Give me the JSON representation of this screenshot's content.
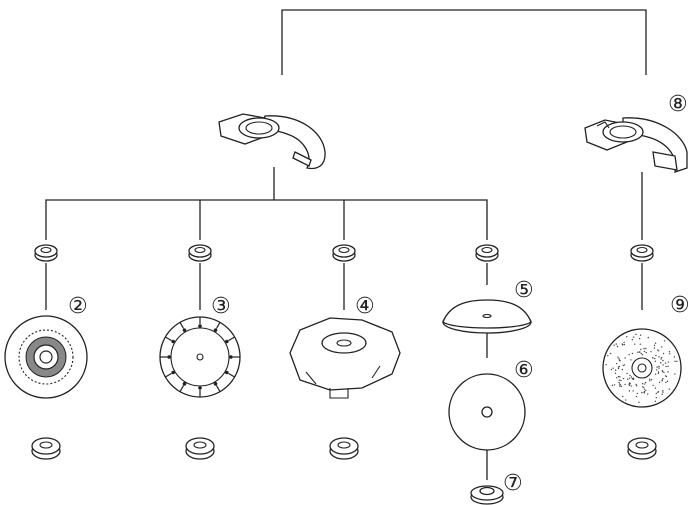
{
  "callouts": {
    "c2": "②",
    "c3": "③",
    "c4": "④",
    "c5": "⑤",
    "c6": "⑥",
    "c7": "⑦",
    "c8": "⑧",
    "c9": "⑨"
  },
  "colors": {
    "line": "#222222",
    "paper": "#ffffff"
  }
}
